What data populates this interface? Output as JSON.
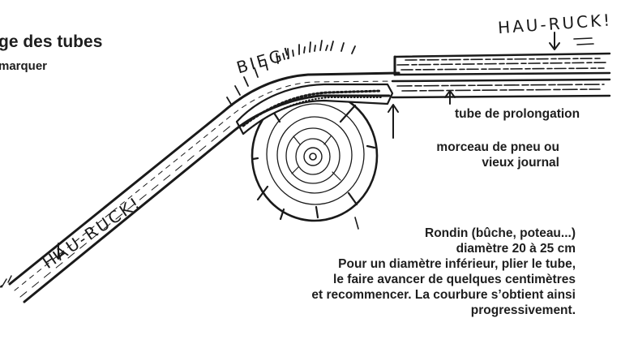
{
  "title": "ge des tubes",
  "subtitle": "marquer",
  "annotations": {
    "bieg": "BIEG!",
    "hau_ruck_top": "HAU-RUCK!",
    "hau_ruck_left": "HAU-RUCK!"
  },
  "labels": {
    "extension_tube": "tube de prolongation",
    "padding_line1": "morceau de pneu ou",
    "padding_line2": "vieux journal",
    "log_line1": "Rondin (bûche, poteau...)",
    "log_line2": "diamètre 20 à 25 cm",
    "log_line3": "Pour un diamètre inférieur, plier le tube,",
    "log_line4": "le faire avancer de quelques centimètres",
    "log_line5": "et recommencer. La courbure s’obtient ainsi",
    "log_line6": "progressivement."
  },
  "colors": {
    "ink": "#1a1a1a",
    "paper": "#ffffff"
  }
}
